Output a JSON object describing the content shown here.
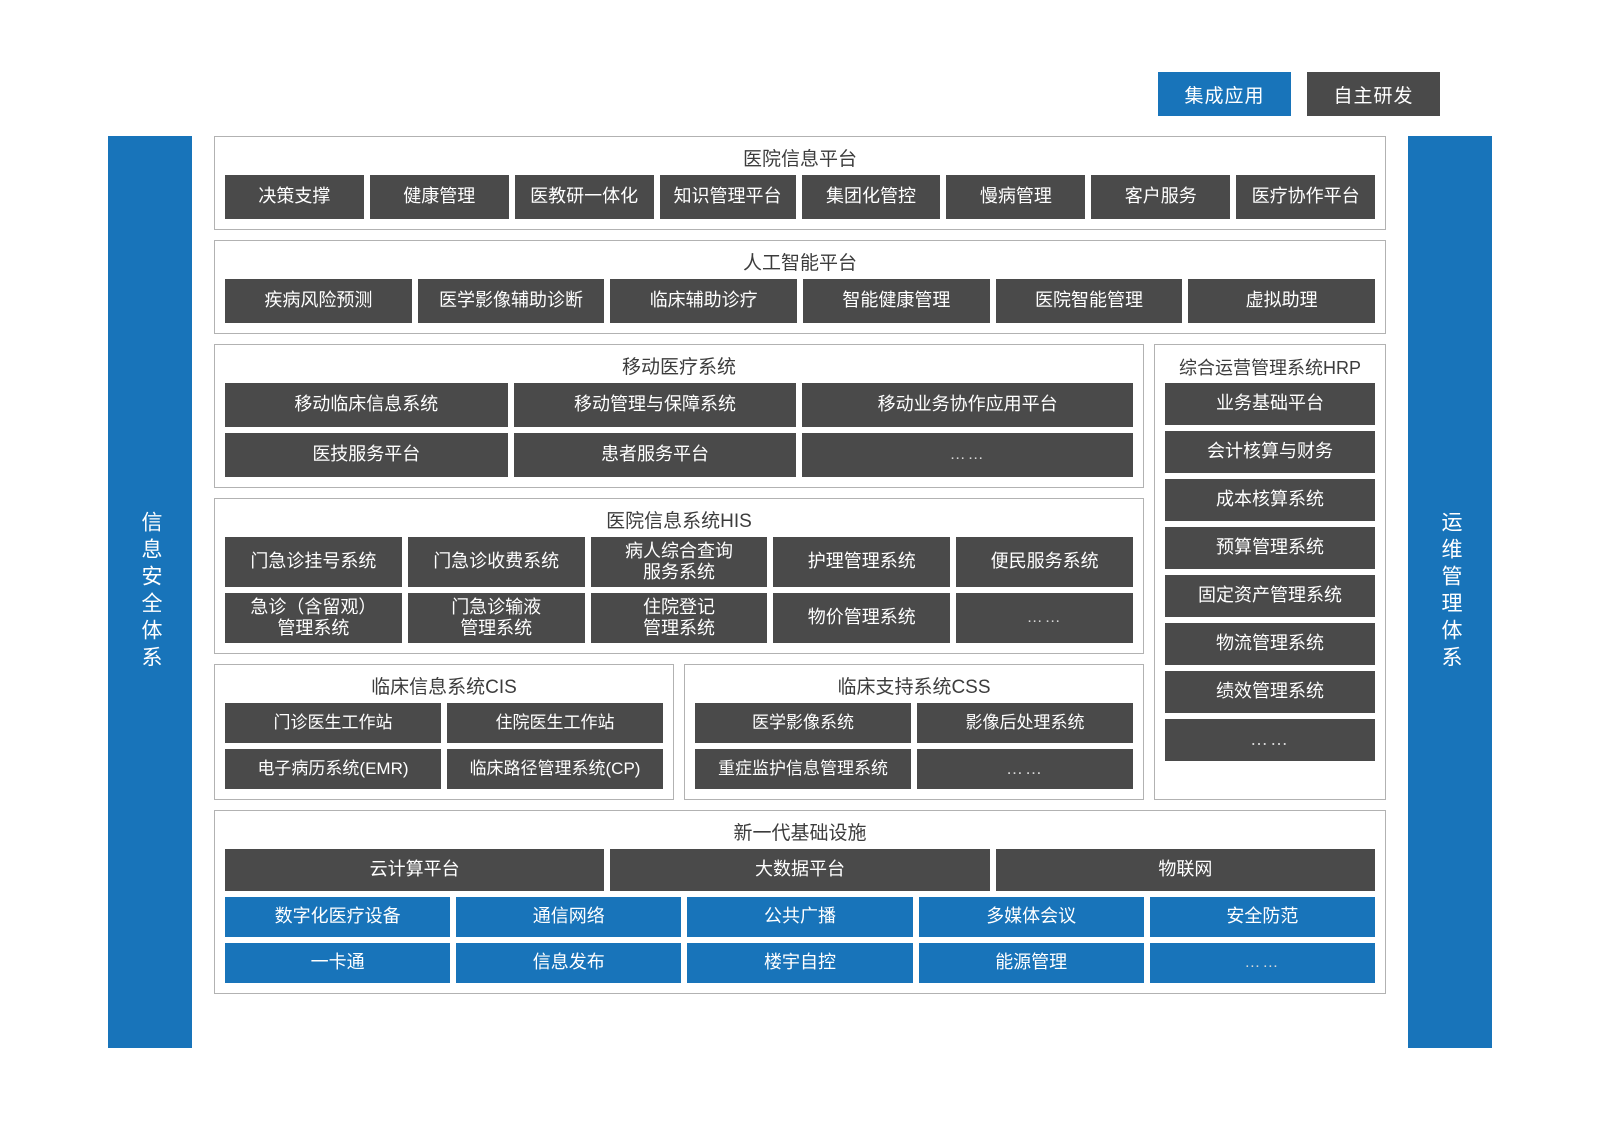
{
  "legend": {
    "integrated_label": "集成应用",
    "in_house_label": "自主研发",
    "integrated_color": "#1874ba",
    "in_house_color": "#4a4a4a"
  },
  "side_left": {
    "label": "信息安全体系"
  },
  "side_right": {
    "label": "运维管理体系"
  },
  "hospital_information_platform": {
    "title": "医院信息平台",
    "items": [
      "决策支撑",
      "健康管理",
      "医教研一体化",
      "知识管理平台",
      "集团化管控",
      "慢病管理",
      "客户服务",
      "医疗协作平台"
    ]
  },
  "ai_platform": {
    "title": "人工智能平台",
    "items": [
      "疾病风险预测",
      "医学影像辅助诊断",
      "临床辅助诊疗",
      "智能健康管理",
      "医院智能管理",
      "虚拟助理"
    ]
  },
  "mobile_medical": {
    "title": "移动医疗系统",
    "items": [
      "移动临床信息系统",
      "移动管理与保障系统",
      "移动业务协作应用平台",
      "医技服务平台",
      "患者服务平台",
      "……"
    ]
  },
  "his": {
    "title": "医院信息系统HIS",
    "items": [
      "门急诊挂号系统",
      "门急诊收费系统",
      "病人综合查询\n服务系统",
      "护理管理系统",
      "便民服务系统",
      "急诊（含留观）\n管理系统",
      "门急诊输液\n管理系统",
      "住院登记\n管理系统",
      "物价管理系统",
      "……"
    ]
  },
  "cis": {
    "title": "临床信息系统CIS",
    "items": [
      "门诊医生工作站",
      "住院医生工作站",
      "电子病历系统(EMR)",
      "临床路径管理系统(CP)"
    ]
  },
  "css": {
    "title": "临床支持系统CSS",
    "items": [
      "医学影像系统",
      "影像后处理系统",
      "重症监护信息管理系统",
      "……"
    ]
  },
  "hrp": {
    "title": "综合运营管理系统HRP",
    "items": [
      "业务基础平台",
      "会计核算与财务",
      "成本核算系统",
      "预算管理系统",
      "固定资产管理系统",
      "物流管理系统",
      "绩效管理系统",
      "……"
    ]
  },
  "infrastructure": {
    "title": "新一代基础设施",
    "platform_items": [
      "云计算平台",
      "大数据平台",
      "物联网"
    ],
    "row_a_items": [
      "数字化医疗设备",
      "通信网络",
      "公共广播",
      "多媒体会议",
      "安全防范"
    ],
    "row_b_items": [
      "一卡通",
      "信息发布",
      "楼宇自控",
      "能源管理",
      "……"
    ]
  }
}
